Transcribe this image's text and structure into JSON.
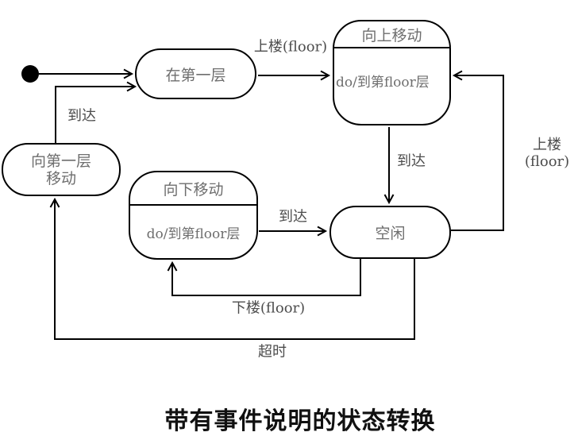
{
  "diagram": {
    "caption": "带有事件说明的状态转换",
    "states": {
      "first_floor": {
        "label": "在第一层"
      },
      "moving_up": {
        "title": "向上移动",
        "activity": "do/到第floor层"
      },
      "moving_to_first_line1": "向第一层",
      "moving_to_first_line2": "移动",
      "moving_down": {
        "title": "向下移动",
        "activity": "do/到第floor层"
      },
      "idle": {
        "label": "空闲"
      }
    },
    "transitions": {
      "up_floor_top": "上楼(floor)",
      "arrive_left": "到达",
      "arrive_mid": "到达",
      "arrive_bottom": "到达",
      "up_floor_right_line1": "上楼",
      "up_floor_right_line2": "(floor)",
      "down_floor": "下楼(floor)",
      "timeout": "超时"
    },
    "colors": {
      "line": "#000000",
      "state_text": "#6e6e6e",
      "label_text": "#4d4d4d",
      "caption_text": "#111111",
      "background": "#ffffff"
    }
  }
}
